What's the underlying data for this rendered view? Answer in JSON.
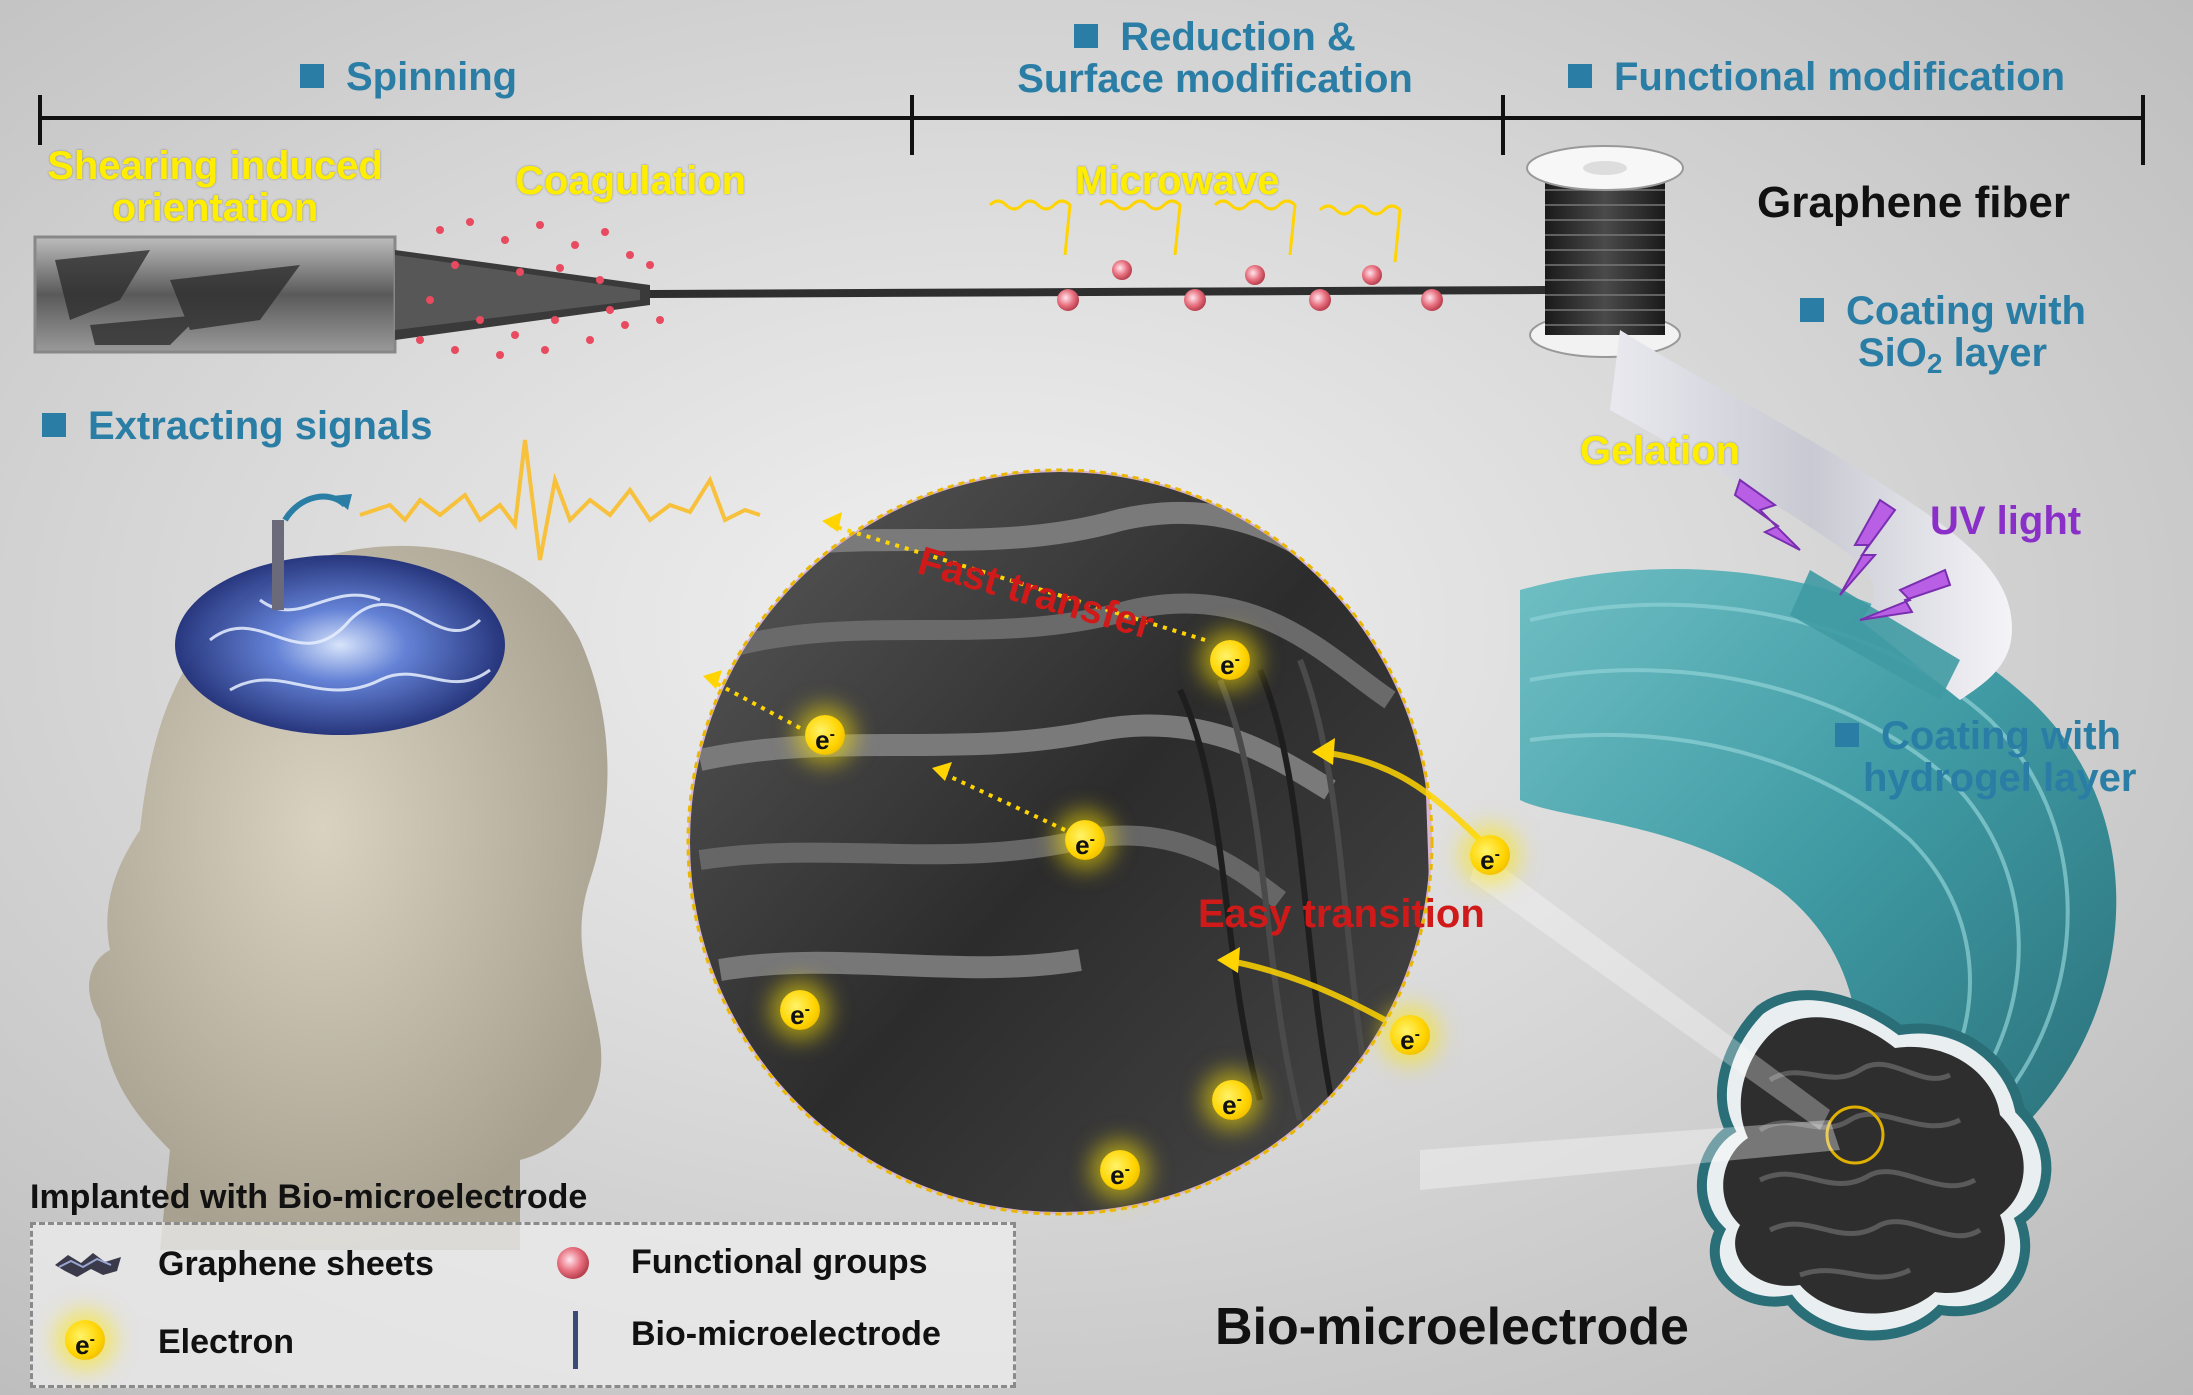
{
  "colors": {
    "label_blue": "#2a7ea6",
    "label_yellow": "#ffee00",
    "label_red": "#d01a1a",
    "label_purple": "#8a2fc7",
    "hydrogel_teal": "#3f9aa3",
    "fiber_dark": "#2e2e2e"
  },
  "stages": {
    "spinning": "Spinning",
    "reduction_line1": "Reduction &",
    "reduction_line2": "Surface modification",
    "functional": "Functional modification"
  },
  "process_labels": {
    "shearing_line1": "Shearing induced",
    "shearing_line2": "orientation",
    "coagulation": "Coagulation",
    "microwave": "Microwave",
    "graphene_fiber": "Graphene fiber",
    "coating_sio2_line1": "Coating with",
    "coating_sio2_line2_main": "SiO",
    "coating_sio2_line2_sub": "2",
    "coating_sio2_line2_rest": " layer",
    "gelation": "Gelation",
    "uv_light": "UV light",
    "coating_hydrogel_line1": "Coating with",
    "coating_hydrogel_line2": "hydrogel layer",
    "extracting_signals": "Extracting signals",
    "fast_transfer": "Fast transfer",
    "easy_transition": "Easy transition",
    "implanted": "Implanted with Bio-microelectrode",
    "bio_microelectrode_title": "Bio-microelectrode"
  },
  "electron": {
    "symbol": "e",
    "charge": "-"
  },
  "legend": {
    "graphene_sheets": "Graphene sheets",
    "functional_groups": "Functional groups",
    "electron": "Electron",
    "bio_microelectrode": "Bio-microelectrode"
  },
  "icons": {
    "stage_marker": "blue-square-icon",
    "uv": "lightning-bolt-icon",
    "electron": "electron-badge-icon",
    "functional_group": "pink-sphere-icon"
  }
}
